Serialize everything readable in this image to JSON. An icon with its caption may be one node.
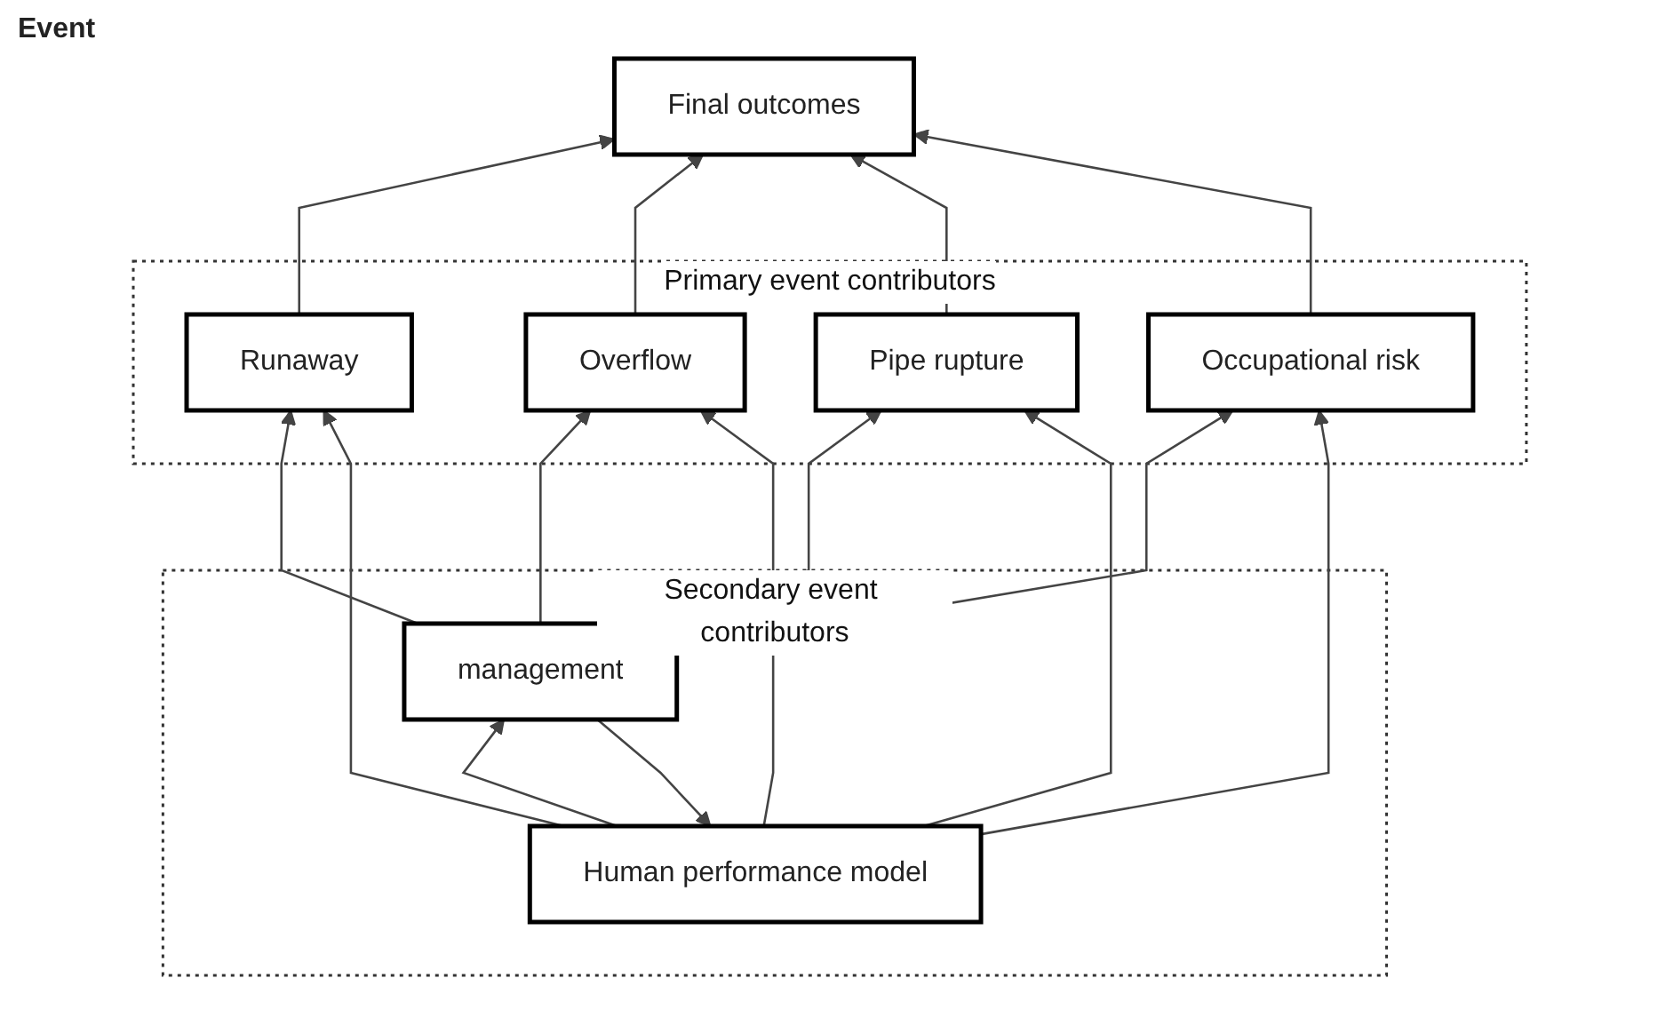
{
  "diagram": {
    "nodes": [
      {
        "text": [
          "Final outcomes"
        ]
      },
      {
        "text": [
          "Primary event contributors"
        ]
      },
      {
        "text": [
          "Runaway"
        ],
        "in": 1
      },
      {
        "text": [
          "Overflow"
        ],
        "in": 1
      },
      {
        "text": [
          "Pipe rupture"
        ],
        "in": 1
      },
      {
        "text": [
          "Occupational risk"
        ],
        "in": 1
      },
      {
        "text": [
          "Secondary event contributors"
        ]
      },
      {
        "text": [
          "Human performance model"
        ],
        "in": 6
      },
      {
        "text": [
          "management"
        ],
        "in": 6
      }
    ],
    "edges": [
      {
        "from": 2,
        "to": 0,
        "arrow": "to"
      },
      {
        "from": 3,
        "to": 0,
        "arrow": "to"
      },
      {
        "from": 4,
        "to": 0,
        "arrow": "to"
      },
      {
        "from": 5,
        "to": 0,
        "arrow": "to"
      },
      {
        "from": 8,
        "to": 2,
        "arrow": "to"
      },
      {
        "from": 8,
        "to": 3,
        "arrow": "to"
      },
      {
        "from": 8,
        "to": 4,
        "arrow": "to"
      },
      {
        "from": 8,
        "to": 5,
        "arrow": "to"
      },
      {
        "from": 8,
        "to": 7,
        "arrow": "to"
      },
      {
        "from": 7,
        "to": 2,
        "arrow": "to"
      },
      {
        "from": 7,
        "to": 3,
        "arrow": "to"
      },
      {
        "from": 7,
        "to": 4,
        "arrow": "to"
      },
      {
        "from": 7,
        "to": 5,
        "arrow": "to"
      },
      {
        "from": 7,
        "to": 8,
        "arrow": "to"
      }
    ],
    "labels": [
      "Event"
    ]
  }
}
